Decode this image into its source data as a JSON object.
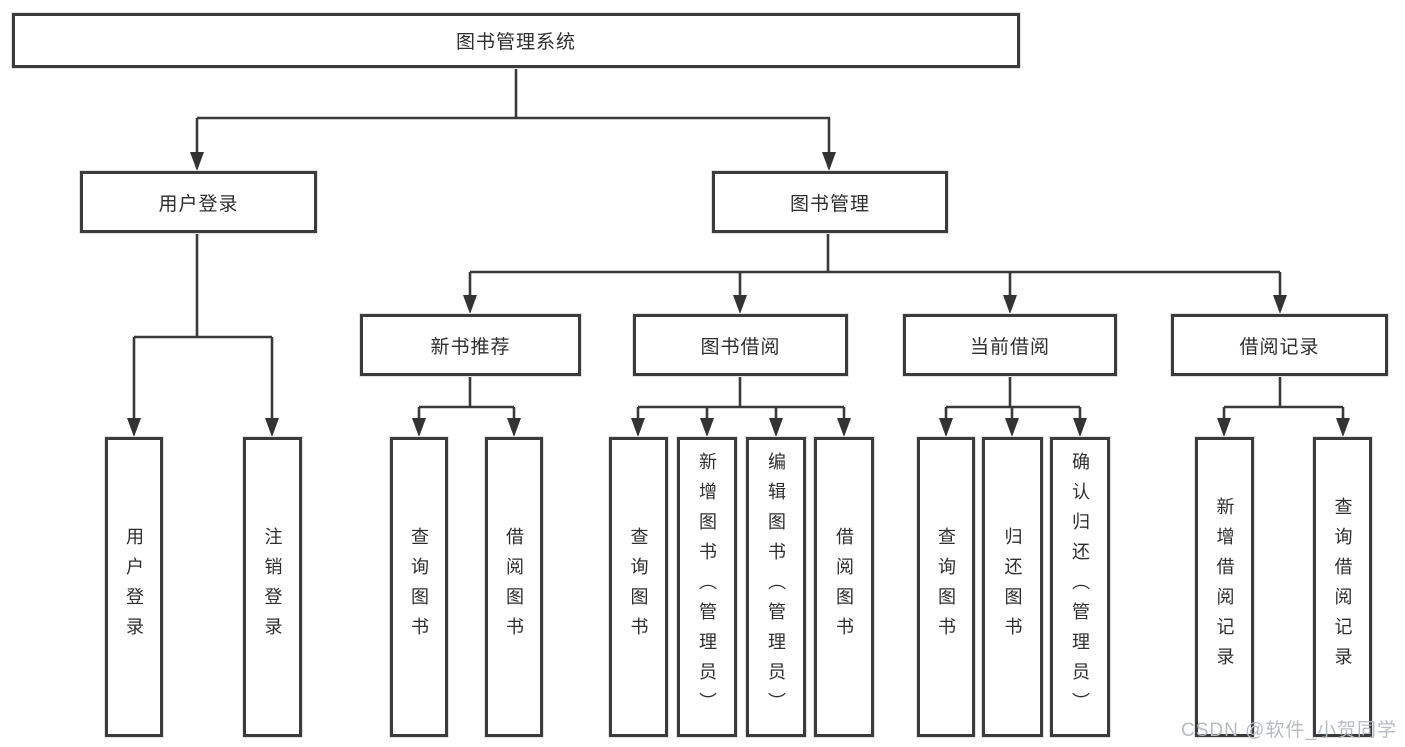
{
  "tree": {
    "label": "图书管理系统",
    "children": [
      {
        "label": "用户登录",
        "children": [
          {
            "label": "用户登录"
          },
          {
            "label": "注销登录"
          }
        ]
      },
      {
        "label": "图书管理",
        "children": [
          {
            "label": "新书推荐",
            "children": [
              {
                "label": "查询图书"
              },
              {
                "label": "借阅图书"
              }
            ]
          },
          {
            "label": "图书借阅",
            "children": [
              {
                "label": "查询图书"
              },
              {
                "label": "新增图书（管理员）"
              },
              {
                "label": "编辑图书（管理员）"
              },
              {
                "label": "借阅图书"
              }
            ]
          },
          {
            "label": "当前借阅",
            "children": [
              {
                "label": "查询图书"
              },
              {
                "label": "归还图书"
              },
              {
                "label": "确认归还（管理员）"
              }
            ]
          },
          {
            "label": "借阅记录",
            "children": [
              {
                "label": "新增借阅记录"
              },
              {
                "label": "查询借阅记录"
              }
            ]
          }
        ]
      }
    ]
  },
  "watermark": "CSDN @软件_小贺同学",
  "colors": {
    "line": "#3a3a3a",
    "box_border": "#3b3b3b",
    "text": "#2e2e2e",
    "watermark": "#b7bbc2"
  }
}
